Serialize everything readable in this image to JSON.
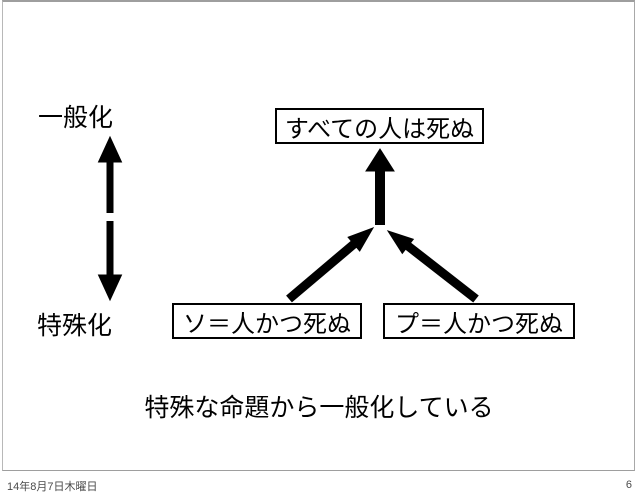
{
  "slide": {
    "axis": {
      "top_label": "一般化",
      "bottom_label": "特殊化"
    },
    "diagram": {
      "conclusion_box": "すべての人は死ぬ",
      "premise_boxes": [
        "ソ＝人かつ死ぬ",
        "プ＝人かつ死ぬ"
      ]
    },
    "caption": "特殊な命題から一般化している"
  },
  "footer": {
    "date": "14年8月7日木曜日",
    "page_number": "6"
  },
  "icons": {
    "axis_arrow": "up-down-double-arrow",
    "inference_arrow": "converging-up-arrows"
  },
  "colors": {
    "text": "#000000",
    "arrows": "#000000",
    "box_border": "#000000",
    "box_fill": "#ffffff",
    "slide_border": "#9e9e9e",
    "footer_text": "#4a4a4a",
    "background": "#ffffff"
  }
}
